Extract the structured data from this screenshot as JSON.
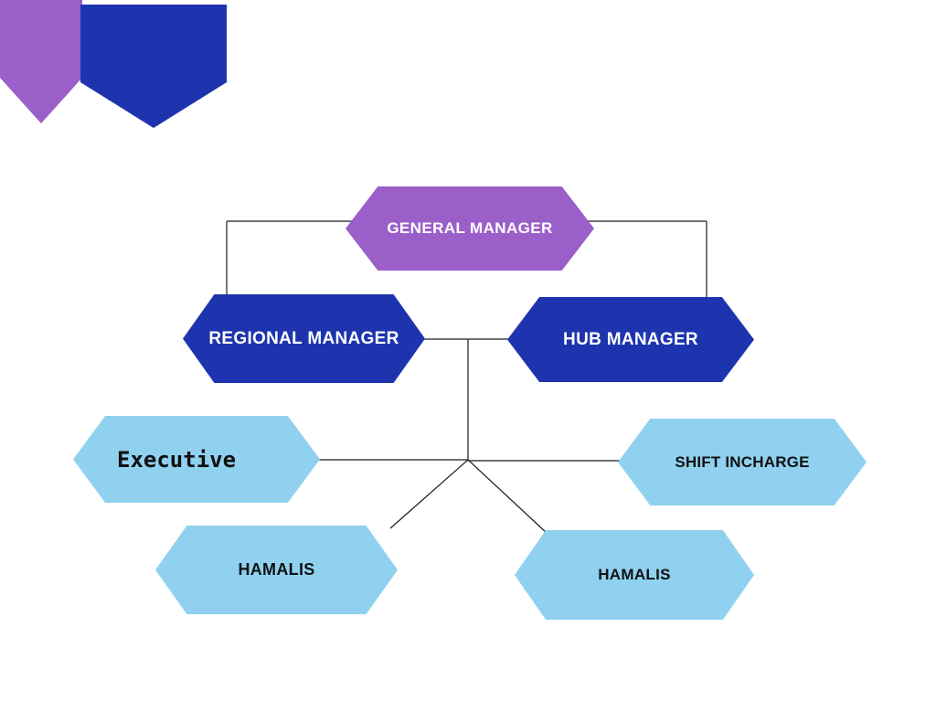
{
  "diagram": {
    "type": "org-chart",
    "colors": {
      "purple": "#9b5fc9",
      "dark_blue": "#1e34ae",
      "light_blue": "#90d1f0",
      "line": "#1d1d1d",
      "background": "#ffffff"
    },
    "nodes": [
      {
        "id": "general-manager",
        "label": "GENERAL MANAGER",
        "color": "#9b5fc9",
        "text_color": "#ffffff"
      },
      {
        "id": "regional-manager",
        "label": "REGIONAL MANAGER",
        "color": "#1e34ae",
        "text_color": "#ffffff"
      },
      {
        "id": "hub-manager",
        "label": "HUB MANAGER",
        "color": "#1e34ae",
        "text_color": "#ffffff"
      },
      {
        "id": "executive",
        "label": "Executive",
        "color": "#90d1f0",
        "text_color": "#111111"
      },
      {
        "id": "shift-incharge",
        "label": "SHIFT INCHARGE",
        "color": "#90d1f0",
        "text_color": "#111111"
      },
      {
        "id": "hamalis-left",
        "label": "HAMALIS",
        "color": "#90d1f0",
        "text_color": "#111111"
      },
      {
        "id": "hamalis-right",
        "label": "HAMALIS",
        "color": "#90d1f0",
        "text_color": "#111111"
      }
    ],
    "edges": [
      {
        "from": "general-manager",
        "to": "regional-manager"
      },
      {
        "from": "general-manager",
        "to": "hub-manager"
      },
      {
        "from": "managers-junction",
        "to": "executive"
      },
      {
        "from": "managers-junction",
        "to": "shift-incharge"
      },
      {
        "from": "managers-junction",
        "to": "hamalis-left"
      },
      {
        "from": "managers-junction",
        "to": "hamalis-right"
      }
    ]
  }
}
